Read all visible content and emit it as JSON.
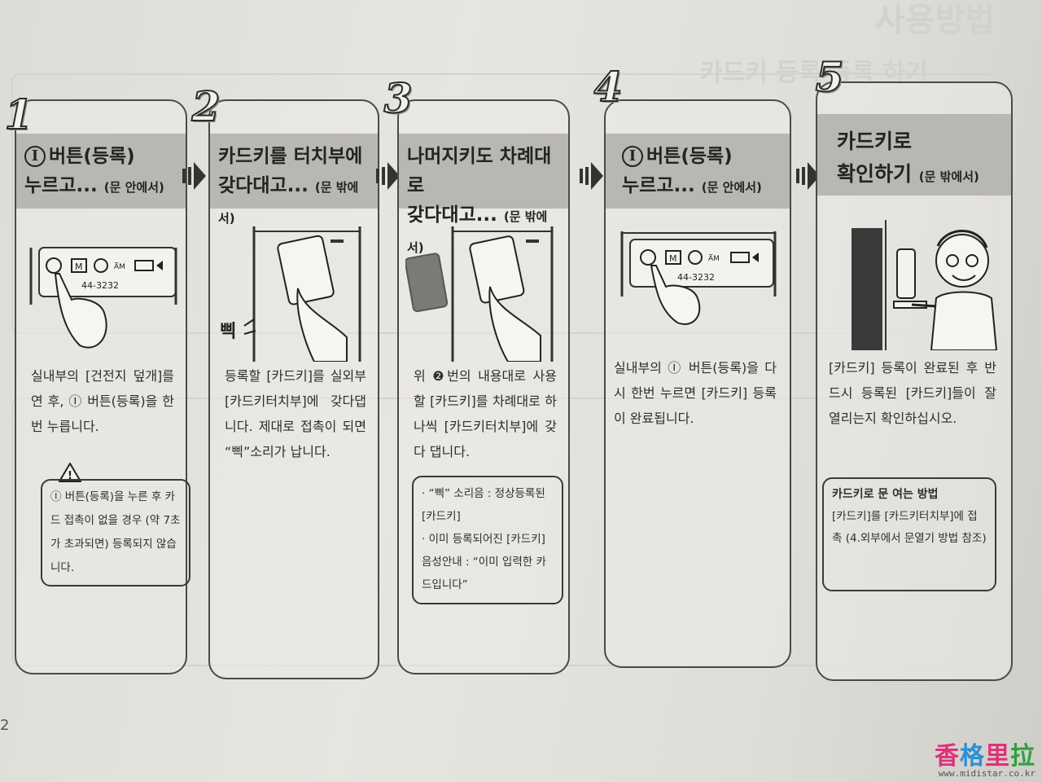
{
  "background_text": {
    "heading": "사용방법",
    "subheading": "카드키 등록 등록 하기"
  },
  "steps": [
    {
      "number": "1",
      "title_icon": "I",
      "title_line1": "버튼(등록)",
      "title_line2": "누르고...",
      "title_sub": "(문 안에서)",
      "keypad_label": "44-3232",
      "body": "실내부의 [건전지 덮개]를 연 후, Ⓘ 버튼(등록)을 한번 누릅니다.",
      "warning_mark": "!",
      "warning": "Ⓘ 버튼(등록)을 누른 후 카드 접촉이 없을 경우 (약 7초가 초과되면) 등록되지 않습니다."
    },
    {
      "number": "2",
      "title_line1": "카드키를 터치부에",
      "title_line2": "갖다대고...",
      "title_sub": "(문 밖에서)",
      "sound_label": "삑",
      "body": "등록할 [카드키]를 실외부 [카드키터치부]에 갖다댑니다. 제대로 접촉이 되면 “삑”소리가 납니다."
    },
    {
      "number": "3",
      "title_line1": "나머지키도 차례대로",
      "title_line2": "갖다대고...",
      "title_sub": "(문 밖에서)",
      "body": "위 ❷번의 내용대로 사용할 [카드키]를 차례대로 하나씩 [카드키터치부]에 갖다 댑니다.",
      "notes": [
        "· “삑” 소리음 : 정상등록된 [카드키]",
        "· 이미 등록되어진 [카드키] 음성안내 : “이미 입력한 카드입니다”"
      ]
    },
    {
      "number": "4",
      "title_icon": "I",
      "title_line1": "버튼(등록)",
      "title_line2": "누르고...",
      "title_sub": "(문 안에서)",
      "keypad_label": "44-3232",
      "body": "실내부의 Ⓘ 버튼(등록)을 다시 한번 누르면 [카드키] 등록이 완료됩니다."
    },
    {
      "number": "5",
      "title_line1": "카드키로",
      "title_line2": "확인하기",
      "title_sub": "(문 밖에서)",
      "body": "[카드키] 등록이 완료된 후 반드시 등록된 [카드키]들이 잘 열리는지 확인하십시오.",
      "box_title": "카드키로 문 여는 방법",
      "box_body": "[카드키]를 [카드키터치부]에 접촉 (4.외부에서 문열기 방법 참조)"
    }
  ],
  "watermark": {
    "chars": [
      "香",
      "格",
      "里",
      "拉"
    ],
    "chars_colors": [
      "#e0307a",
      "#2a8fd8",
      "#e0307a",
      "#30a040"
    ],
    "url": "www.midistar.co.kr"
  },
  "page_edge_mark": "2"
}
